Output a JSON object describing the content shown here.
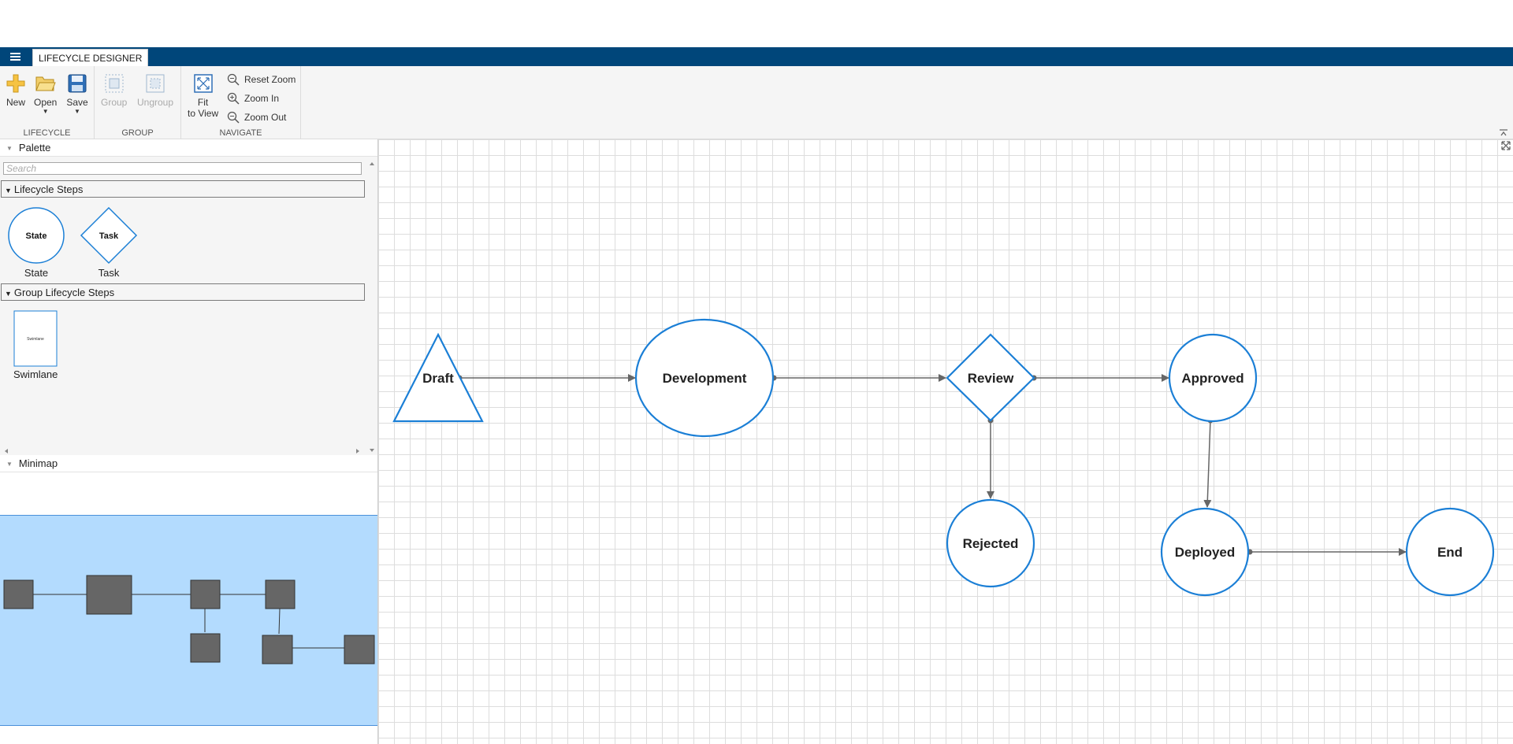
{
  "app": {
    "tab_label": "LIFECYCLE DESIGNER"
  },
  "ribbon": {
    "lifecycle": {
      "label": "LIFECYCLE",
      "new": "New",
      "open": "Open",
      "save": "Save"
    },
    "group": {
      "label": "GROUP",
      "group": "Group",
      "ungroup": "Ungroup"
    },
    "navigate": {
      "label": "NAVIGATE",
      "fit_line1": "Fit",
      "fit_line2": "to View",
      "reset_zoom": "Reset Zoom",
      "zoom_in": "Zoom In",
      "zoom_out": "Zoom Out"
    }
  },
  "palette": {
    "title": "Palette",
    "search_placeholder": "Search",
    "sections": [
      {
        "title": "Lifecycle Steps",
        "items": [
          {
            "shape_text": "State",
            "label": "State"
          },
          {
            "shape_text": "Task",
            "label": "Task"
          }
        ]
      },
      {
        "title": "Group Lifecycle Steps",
        "items": [
          {
            "shape_text": "Swimlane",
            "label": "Swimlane"
          }
        ]
      }
    ]
  },
  "minimap": {
    "title": "Minimap"
  },
  "diagram": {
    "nodes": {
      "draft": "Draft",
      "development": "Development",
      "review": "Review",
      "approved": "Approved",
      "rejected": "Rejected",
      "deployed": "Deployed",
      "end": "End"
    }
  },
  "colors": {
    "titlebar": "#00467a",
    "node_stroke": "#1b7fd6",
    "connector": "#666666",
    "minimap_view": "#b3dbfe"
  }
}
